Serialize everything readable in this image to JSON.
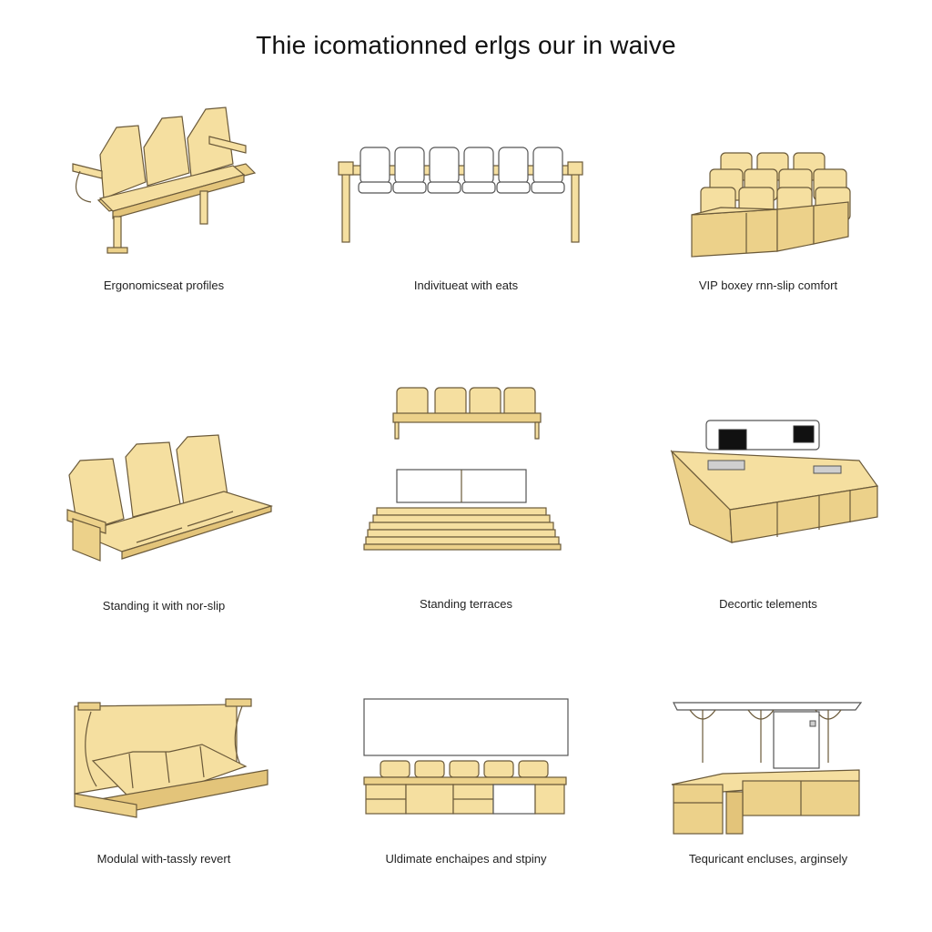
{
  "title": "Thie icomationned erlgs our in waive",
  "items": [
    {
      "caption": "Ergonomicseat profiles",
      "icon": "bench-seating-illustration"
    },
    {
      "caption": "Indivitueat with eats",
      "icon": "row-seating-illustration"
    },
    {
      "caption": "VIP boxey rnn-slip comfort",
      "icon": "vip-box-illustration"
    },
    {
      "caption": "Standing it with nor-slip",
      "icon": "bench-seating-illustration"
    },
    {
      "caption": "Standing terraces",
      "icon": "terrace-illustration"
    },
    {
      "caption": "Decortic telements",
      "icon": "control-desk-illustration"
    },
    {
      "caption": "Modulal with-tassly revert",
      "icon": "modular-bench-illustration"
    },
    {
      "caption": "Uldimate enchaipes and stpiny",
      "icon": "cabinet-row-illustration"
    },
    {
      "caption": "Tequricant encluses, arginsely",
      "icon": "canopy-desk-illustration"
    }
  ],
  "colors": {
    "wood": "#f5dfa0",
    "outline": "#6b5a3a",
    "background": "#ffffff"
  }
}
